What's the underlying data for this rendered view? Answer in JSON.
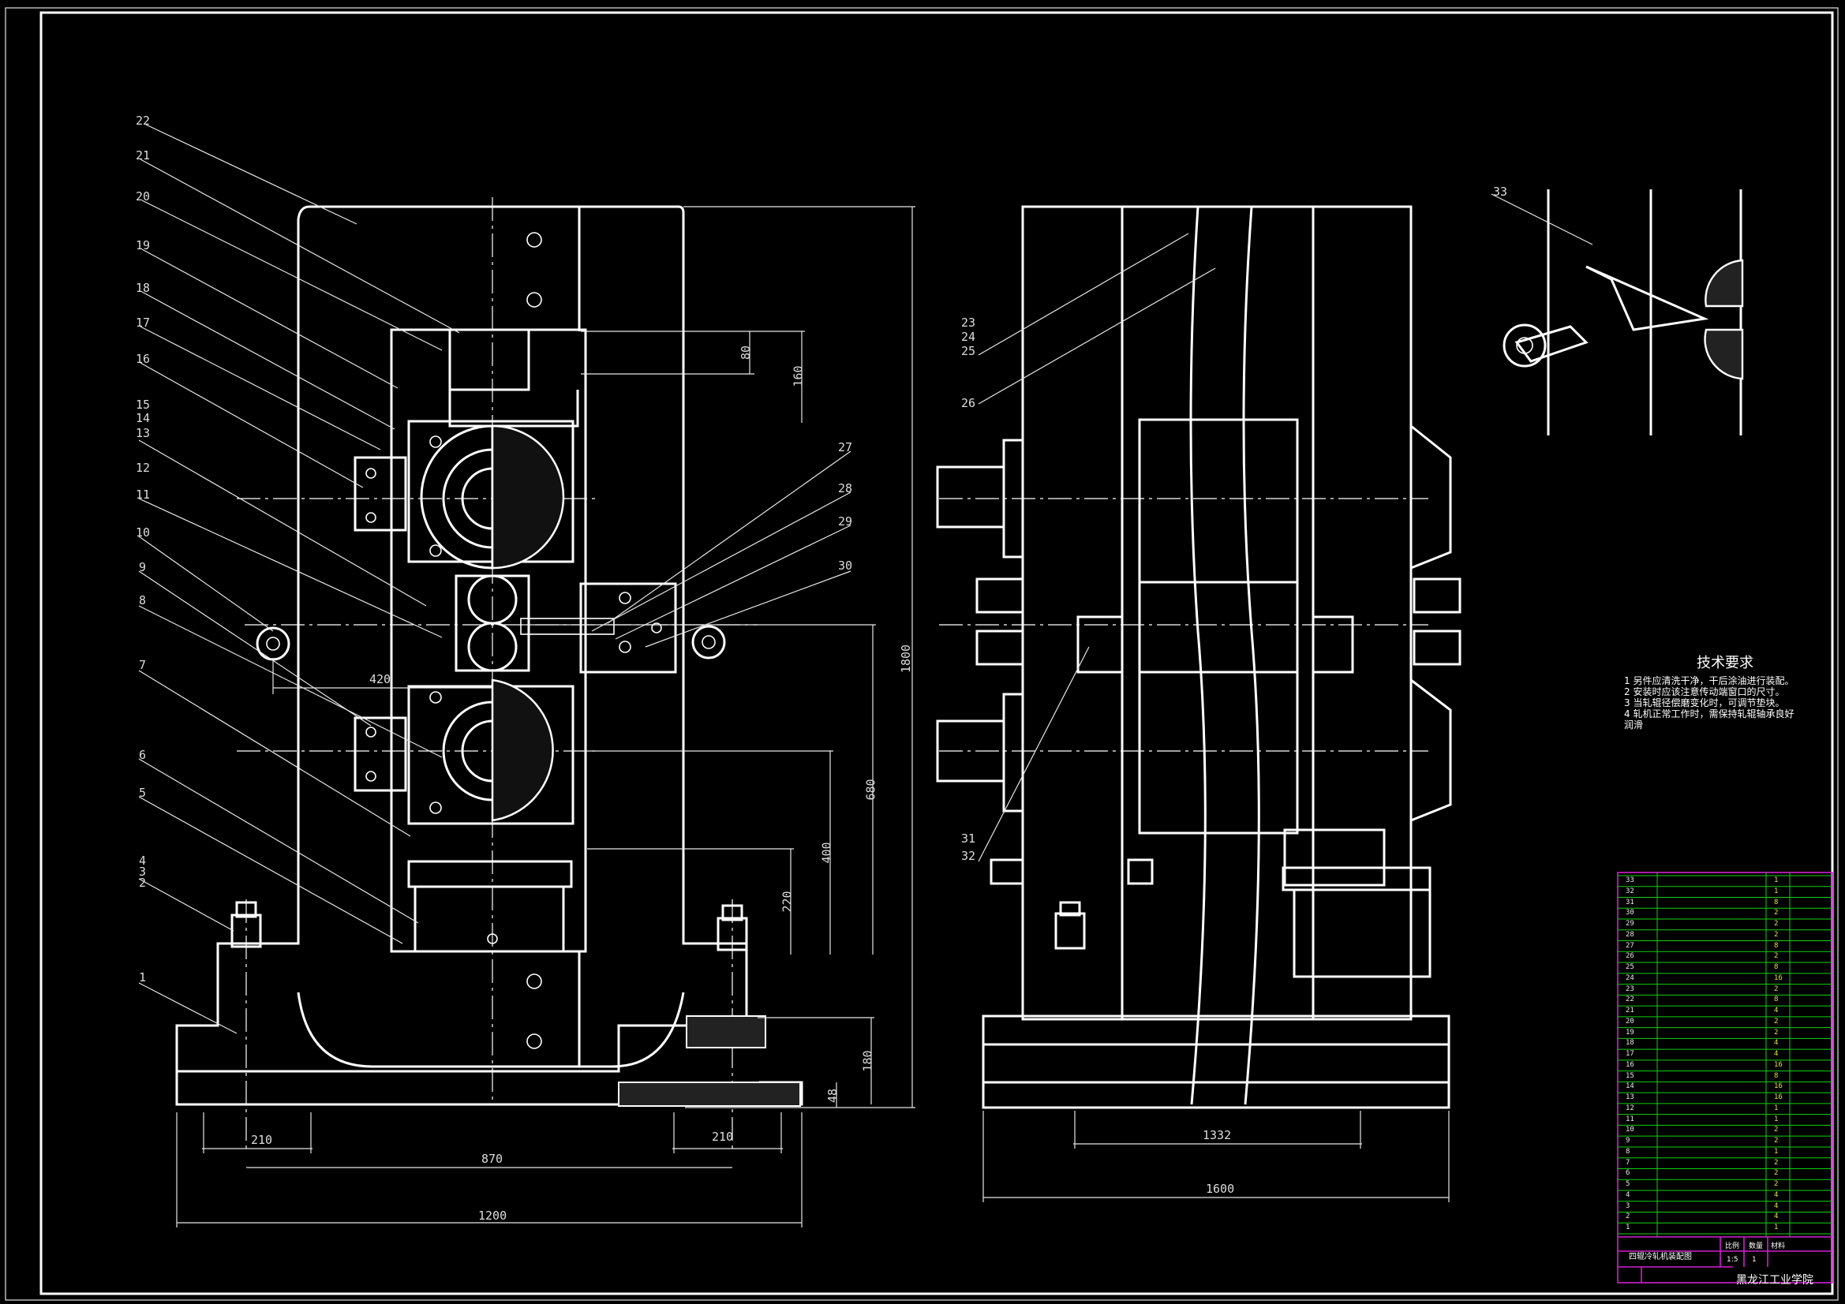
{
  "balloons_front": [
    "22",
    "21",
    "20",
    "19",
    "18",
    "17",
    "16",
    "15",
    "14",
    "13",
    "12",
    "11",
    "10",
    "9",
    "8",
    "7",
    "6",
    "5",
    "4",
    "3",
    "2",
    "1"
  ],
  "balloons_side": [
    "23",
    "24",
    "25",
    "26",
    "31",
    "32"
  ],
  "balloons_right": [
    "27",
    "28",
    "29",
    "30"
  ],
  "balloon_detail": "33",
  "dims": {
    "d80": "80",
    "d160": "160",
    "d1800": "1800",
    "d420": "420",
    "d680": "680",
    "d400": "400",
    "d220": "220",
    "d180": "180",
    "d48": "48",
    "d210a": "210",
    "d210b": "210",
    "d870": "870",
    "d1200": "1200",
    "d1332": "1332",
    "d1600": "1600"
  },
  "tech": {
    "title": "技术要求",
    "lines": [
      "1 另件应清洗干净，干后涂油进行装配。",
      "2 安装时应该注意传动端窗口的尺寸。",
      "3 当轧辊径偿磨变化时，可调节垫块。",
      "4 轧机正常工作时，需保持轧辊轴承良好",
      "润滑"
    ]
  },
  "bom": {
    "numbers": [
      "33",
      "32",
      "31",
      "30",
      "29",
      "28",
      "27",
      "26",
      "25",
      "24",
      "23",
      "22",
      "21",
      "20",
      "19",
      "18",
      "17",
      "16",
      "15",
      "14",
      "13",
      "12",
      "11",
      "10",
      "9",
      "8",
      "7",
      "6",
      "5",
      "4",
      "3",
      "2",
      "1"
    ],
    "qty": [
      "1",
      "1",
      "8",
      "2",
      "2",
      "2",
      "8",
      "2",
      "8",
      "16",
      "2",
      "8",
      "4",
      "2",
      "2",
      "4",
      "4",
      "16",
      "8",
      "16",
      "16",
      "1",
      "1",
      "2",
      "2",
      "1",
      "2",
      "2",
      "2",
      "4",
      "4",
      "4",
      "1"
    ]
  },
  "title_block": {
    "drawing_name": "四辊冷轧机装配图",
    "school": "黑龙江工业学院",
    "scale_label": "比例",
    "qty_label": "数量",
    "mat_label": "材料",
    "scale": "1:5",
    "qty": "1"
  }
}
